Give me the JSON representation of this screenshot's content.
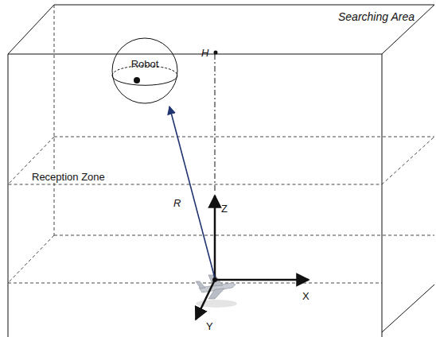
{
  "diagram": {
    "nodes": [
      {
        "text": [
          "Robot"
        ]
      }
    ],
    "labels": [
      "Searching Area",
      "H",
      "Reception Zone",
      "R",
      "Z",
      "X",
      "Y"
    ]
  }
}
